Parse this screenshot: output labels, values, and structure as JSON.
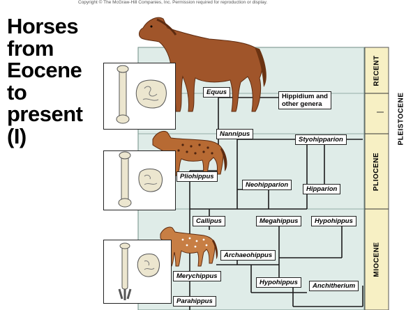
{
  "copyright": "Copyright © The McGraw-Hill Companies, Inc. Permission required for reproduction or display.",
  "title_lines": [
    "Horses",
    "from",
    "Eocene",
    "to",
    "present",
    "(I)"
  ],
  "epochs": {
    "recent": "RECENT",
    "pleistocene": "PLEISTOCENE",
    "pliocene": "PLIOCENE",
    "miocene": "MIOCENE"
  },
  "genera": {
    "equus": "Equus",
    "hippidium": "Hippidium and\nother genera",
    "nannipus": "Nannipus",
    "styohipparion": "Styohipparion",
    "pliohippus": "Pliohippus",
    "neohipparion": "Neohipparion",
    "hipparion": "Hipparion",
    "callipus": "Callipus",
    "megahippus": "Megahippus",
    "hypohippus_top": "Hypohippus",
    "archaeohippus": "Archaeohippus",
    "merychippus": "Merychippus",
    "hypohippus_bottom": "Hypohippus",
    "anchitherium": "Anchitherium",
    "parahippus": "Parahippus"
  },
  "colors": {
    "panel": "#dfece8",
    "epoch_bar": "#f7f0c4",
    "line": "#1a1a1a",
    "horse_brown": "#a0552a",
    "bone": "#ece6cf"
  }
}
